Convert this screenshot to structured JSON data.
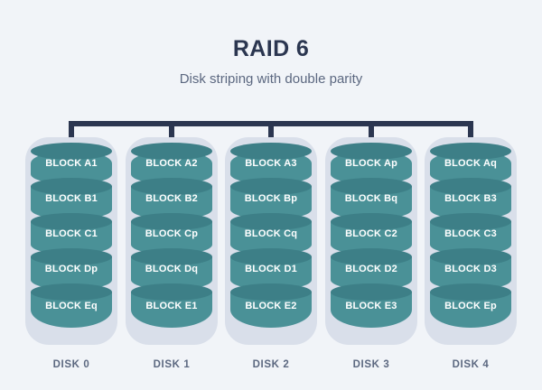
{
  "header": {
    "title": "RAID 6",
    "subtitle": "Disk striping with double parity"
  },
  "colors": {
    "background": "#f1f4f8",
    "title": "#2b3650",
    "subtitle": "#5c6880",
    "bus": "#2b3650",
    "casing": "#d9dfea",
    "cylinder_body": "#4a9197",
    "cylinder_top": "#3d7f87",
    "block_text": "#ffffff",
    "disk_label": "#5c6880"
  },
  "diagram": {
    "type": "raid-6-disk-striping",
    "connector": {
      "name": "controller-bus",
      "drop_line_count": 5
    },
    "disks": [
      {
        "label": "DISK 0",
        "blocks": [
          "BLOCK A1",
          "BLOCK B1",
          "BLOCK C1",
          "BLOCK Dp",
          "BLOCK Eq"
        ]
      },
      {
        "label": "DISK 1",
        "blocks": [
          "BLOCK A2",
          "BLOCK B2",
          "BLOCK Cp",
          "BLOCK Dq",
          "BLOCK E1"
        ]
      },
      {
        "label": "DISK 2",
        "blocks": [
          "BLOCK A3",
          "BLOCK Bp",
          "BLOCK Cq",
          "BLOCK D1",
          "BLOCK E2"
        ]
      },
      {
        "label": "DISK 3",
        "blocks": [
          "BLOCK Ap",
          "BLOCK Bq",
          "BLOCK C2",
          "BLOCK D2",
          "BLOCK E3"
        ]
      },
      {
        "label": "DISK 4",
        "blocks": [
          "BLOCK Aq",
          "BLOCK B3",
          "BLOCK C3",
          "BLOCK D3",
          "BLOCK Ep"
        ]
      }
    ]
  }
}
